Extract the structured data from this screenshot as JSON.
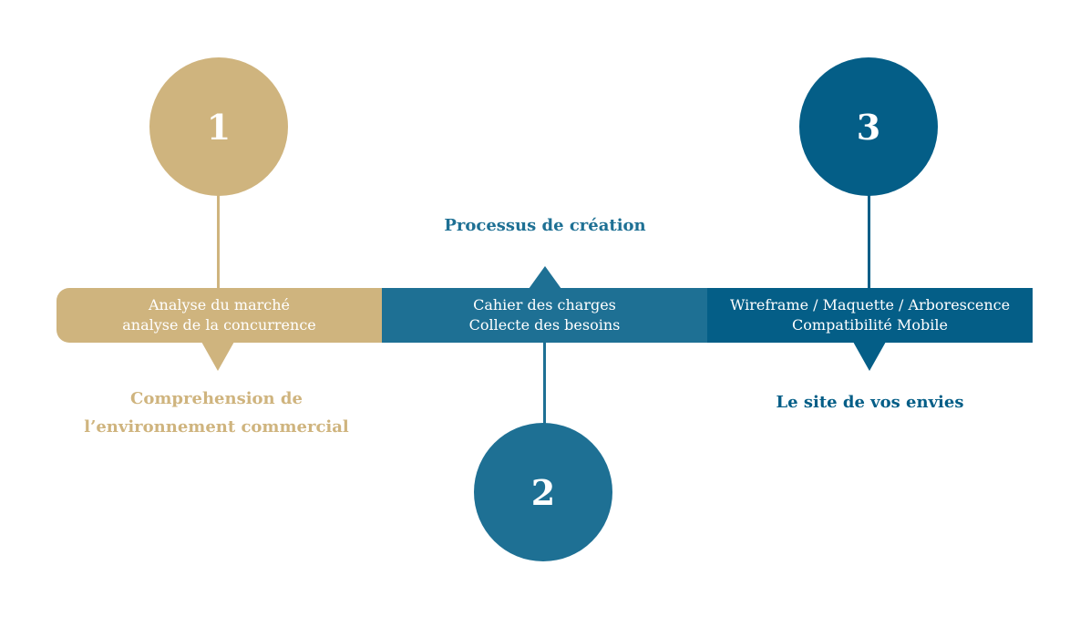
{
  "colors": {
    "gold": "#cfb47e",
    "teal": "#1e7094",
    "navy": "#045e87"
  },
  "title": "Processus de création",
  "steps": [
    {
      "number": "1",
      "bar_line1": "Analyse du marché",
      "bar_line2": "analyse de la concurrence",
      "caption_line1": "Comprehension de",
      "caption_line2": "l’environnement commercial"
    },
    {
      "number": "2",
      "bar_line1": "Cahier des charges",
      "bar_line2": "Collecte des besoins"
    },
    {
      "number": "3",
      "bar_line1": "Wireframe / Maquette / Arborescence",
      "bar_line2": "Compatibilité Mobile",
      "caption_line1": "Le site de vos envies"
    }
  ]
}
